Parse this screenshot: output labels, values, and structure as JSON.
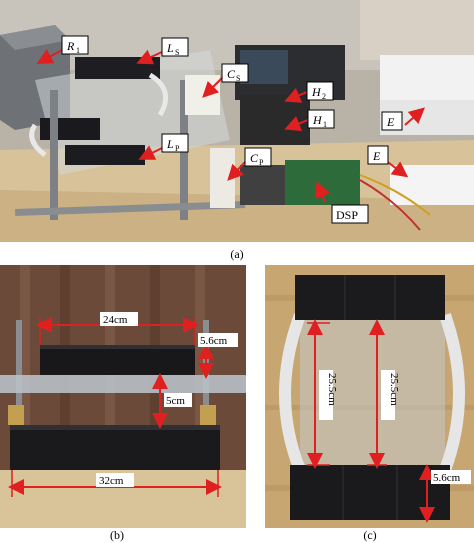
{
  "panel_a": {
    "caption": "(a)",
    "labels": {
      "r1": "R",
      "r1_sub": "1",
      "ls": "L",
      "ls_sub": "S",
      "cs": "C",
      "cs_sub": "S",
      "lp": "L",
      "lp_sub": "P",
      "cp": "C",
      "cp_sub": "P",
      "h2": "H",
      "h2_sub": "2",
      "h1": "H",
      "h1_sub": "1",
      "e1": "E",
      "e2": "E",
      "dsp": "DSP"
    }
  },
  "panel_b": {
    "caption": "(b)",
    "dims": {
      "top_width": "24cm",
      "block_height": "5.6cm",
      "gap": "5cm",
      "bottom_width": "32cm"
    }
  },
  "panel_c": {
    "caption": "(c)",
    "dims": {
      "left_height": "25.5cm",
      "center_height": "25.5cm",
      "block_height": "5.6cm"
    }
  },
  "colors": {
    "annotation_arrow": "#e02020",
    "label_box_border": "#000000",
    "label_box_fill": "#ffffff"
  }
}
